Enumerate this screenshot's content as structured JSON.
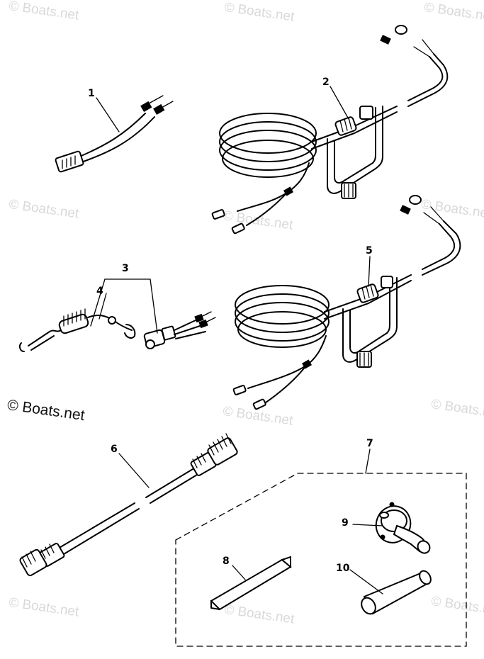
{
  "watermark": {
    "text": "© Boats.net",
    "main_text": "© Boats.net"
  },
  "callouts": {
    "p1": "1",
    "p2": "2",
    "p3": "3",
    "p4": "4",
    "p5": "5",
    "p6": "6",
    "p7": "7",
    "p8": "8",
    "p9": "9",
    "p10": "10"
  },
  "colors": {
    "ink": "#000000",
    "watermark": "#d9d9d9",
    "background": "#ffffff"
  }
}
